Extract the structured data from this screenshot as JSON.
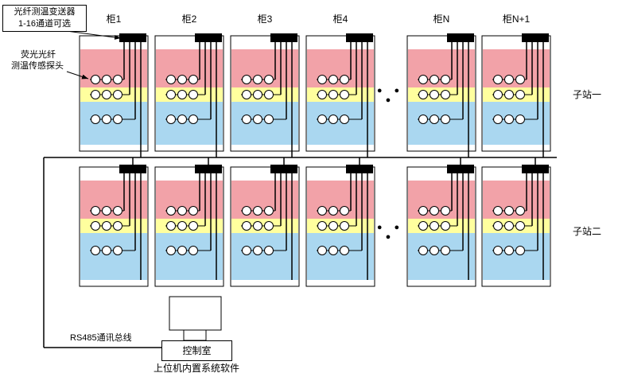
{
  "transmitter_box": {
    "line1": "光纤测温变送器",
    "line2": "1-16通道可选"
  },
  "probe_label": {
    "line1": "荧光光纤",
    "line2": "测温传感探头"
  },
  "cabinet_labels": [
    "柜1",
    "柜2",
    "柜3",
    "柜4",
    "柜N",
    "柜N+1"
  ],
  "ellipsis": "● ● ●",
  "substations": {
    "row1": "子站一",
    "row2": "子站二"
  },
  "bus_label": "RS485通讯总线",
  "control_room_label": "控制室",
  "software_label": "上位机内置系统软件",
  "colors": {
    "pink": "#f2a2a8",
    "yellow": "#ffff9e",
    "blue": "#aad7f0",
    "bar": "#000000",
    "line": "#000000",
    "background": "#ffffff"
  },
  "structure": {
    "rows": 2,
    "cabinets_per_row": 6,
    "sensor_rows_per_cabinet": 3,
    "sensors_per_row": 3
  }
}
